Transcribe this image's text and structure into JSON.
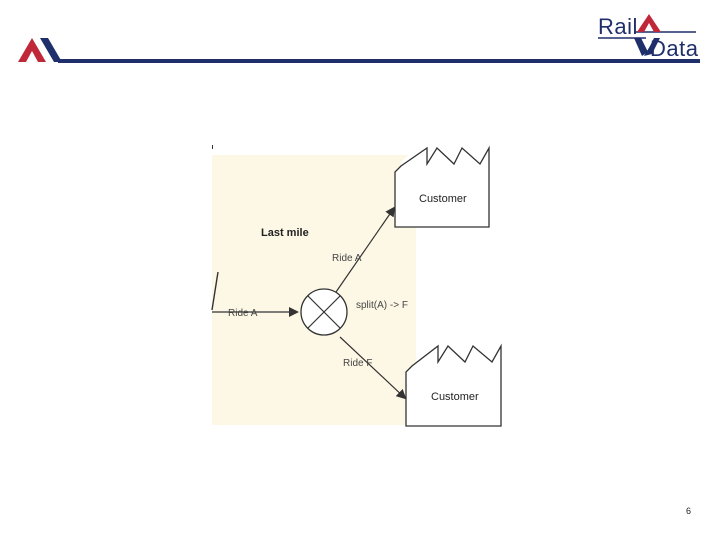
{
  "brand": {
    "word1": "Rail",
    "word2": "Data"
  },
  "diagram": {
    "region_label": "Last mile",
    "incoming_label": "Ride A",
    "operation_label": "split(A) -> F",
    "upper_edge_label": "Ride A",
    "lower_edge_label": "Ride F",
    "customer_top_label": "Customer",
    "customer_bottom_label": "Customer"
  },
  "colors": {
    "navy": "#1f2f6b",
    "red": "#c0283a",
    "region_fill": "#fdf8e6",
    "stroke": "#333333"
  },
  "page_number": "6"
}
